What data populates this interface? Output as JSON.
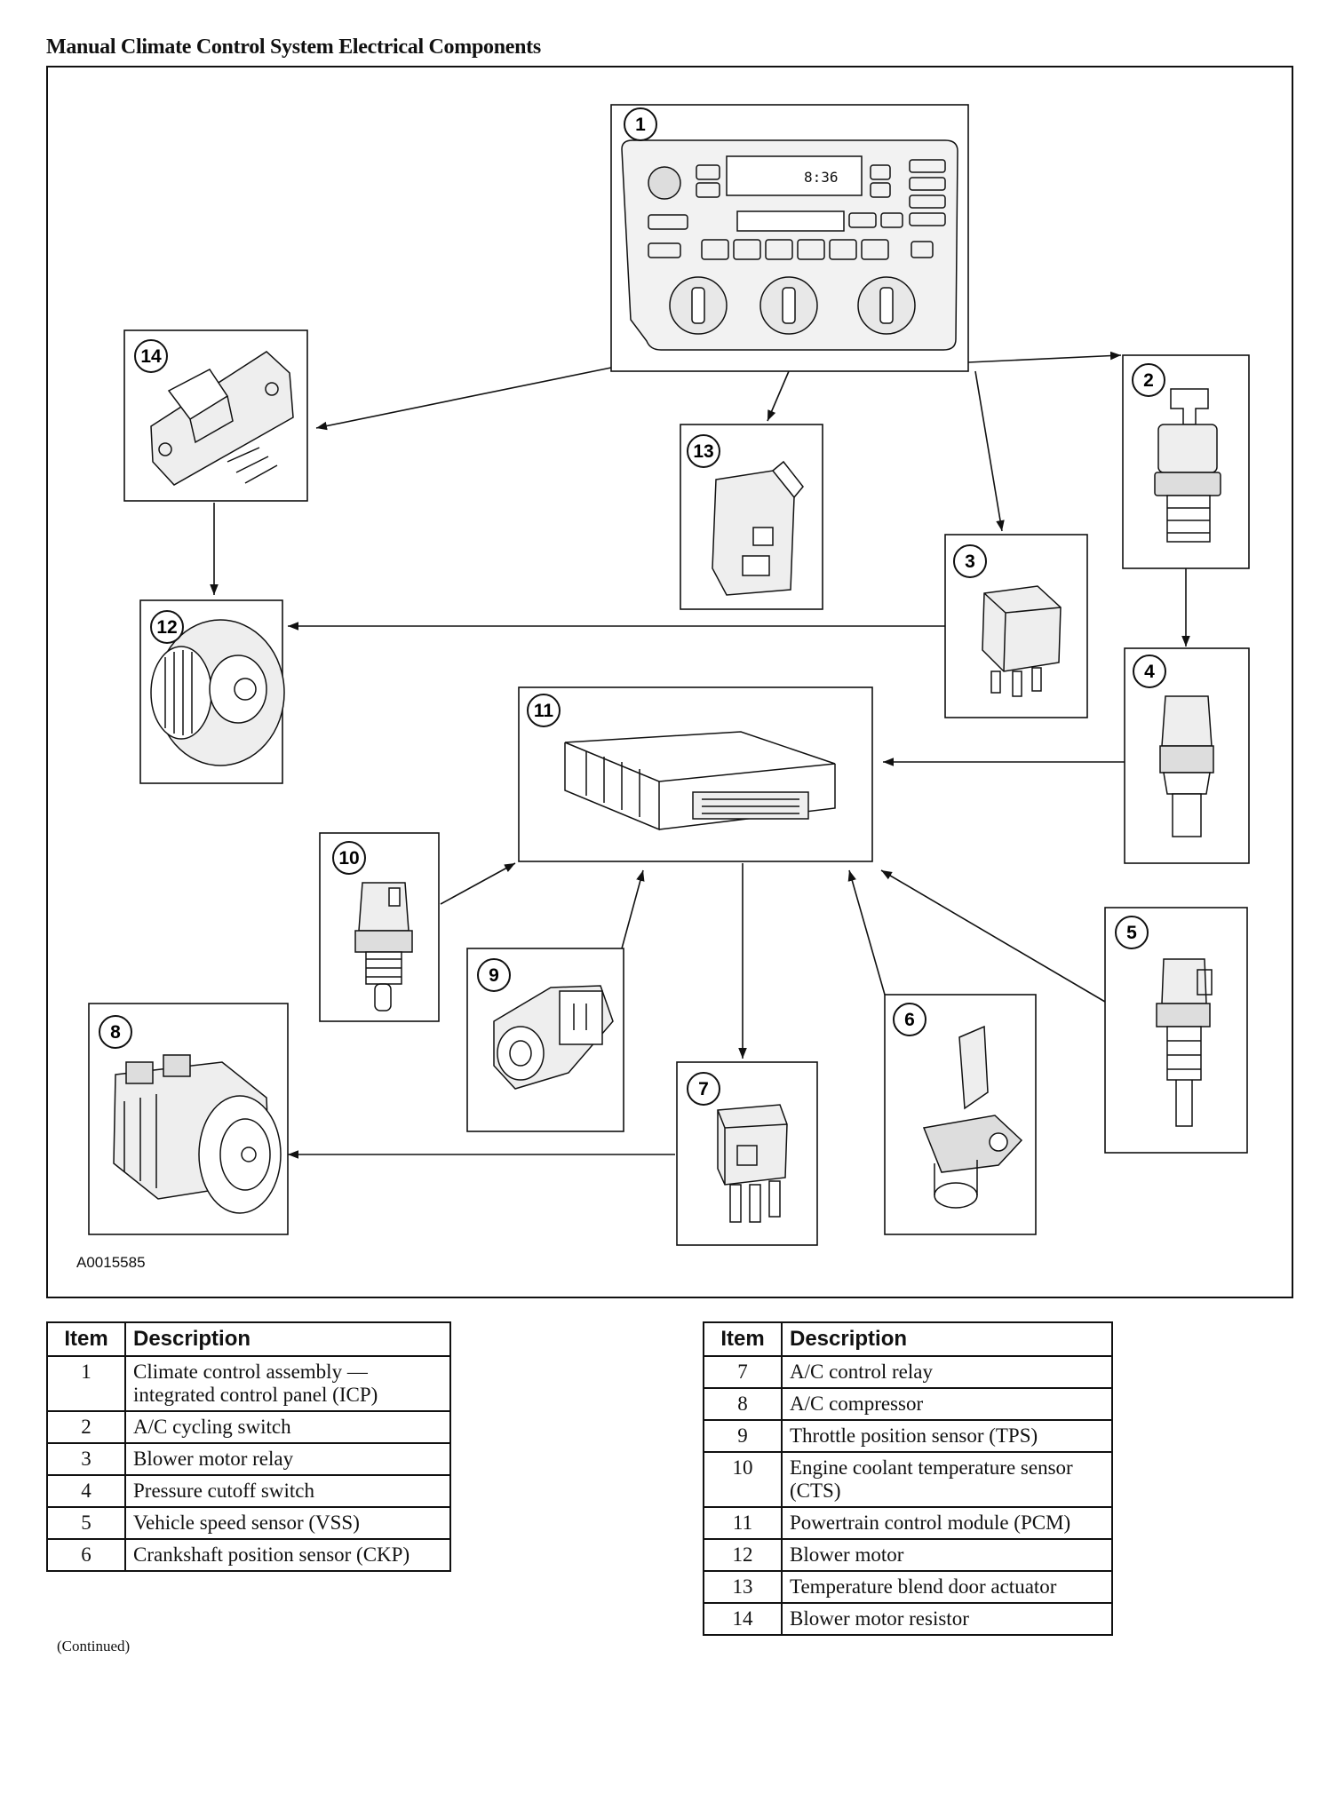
{
  "title": "Manual Climate Control System Electrical Components",
  "figure_code": "A0015585",
  "panel_clock": "8:36",
  "callouts": [
    "1",
    "2",
    "3",
    "4",
    "5",
    "6",
    "7",
    "8",
    "9",
    "10",
    "11",
    "12",
    "13",
    "14"
  ],
  "table_headers": {
    "item": "Item",
    "description": "Description"
  },
  "items_left": [
    {
      "item": "1",
      "description": "Climate control assembly — integrated control panel (ICP)"
    },
    {
      "item": "2",
      "description": "A/C cycling switch"
    },
    {
      "item": "3",
      "description": "Blower motor relay"
    },
    {
      "item": "4",
      "description": "Pressure cutoff switch"
    },
    {
      "item": "5",
      "description": "Vehicle speed sensor (VSS)"
    },
    {
      "item": "6",
      "description": "Crankshaft position sensor (CKP)"
    }
  ],
  "items_right": [
    {
      "item": "7",
      "description": "A/C control relay"
    },
    {
      "item": "8",
      "description": "A/C compressor"
    },
    {
      "item": "9",
      "description": "Throttle position sensor (TPS)"
    },
    {
      "item": "10",
      "description": "Engine coolant temperature sensor (CTS)"
    },
    {
      "item": "11",
      "description": "Powertrain control module (PCM)"
    },
    {
      "item": "12",
      "description": "Blower motor"
    },
    {
      "item": "13",
      "description": "Temperature blend door actuator"
    },
    {
      "item": "14",
      "description": "Blower motor resistor"
    }
  ],
  "continued": "(Continued)"
}
